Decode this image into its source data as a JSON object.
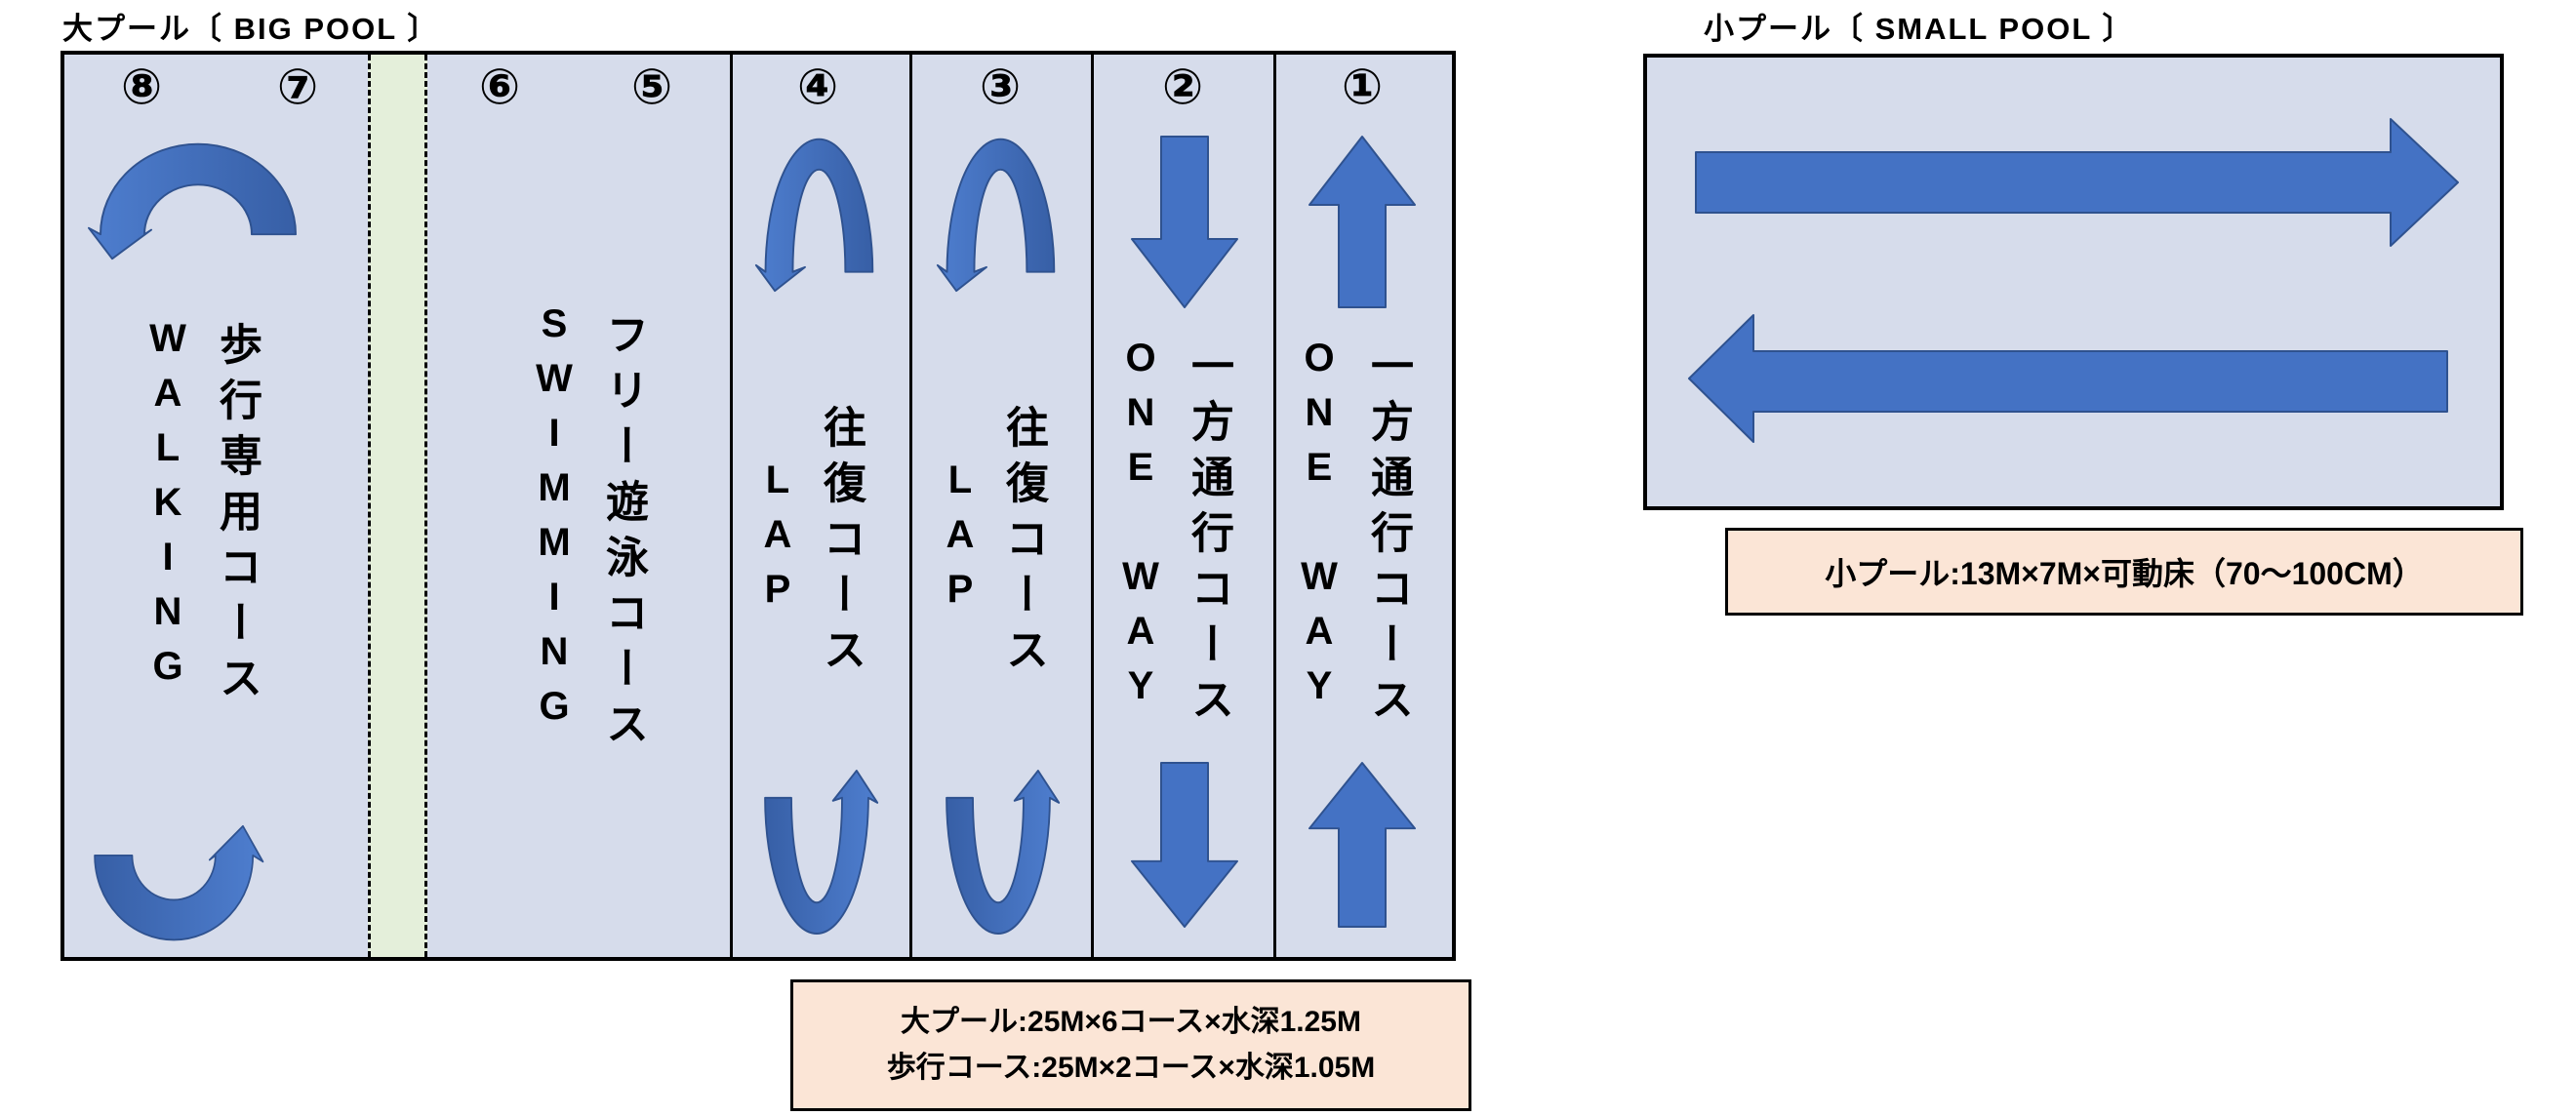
{
  "big_pool": {
    "title": "大プール〔 BIG POOL 〕",
    "lanes": [
      {
        "number": "⑧"
      },
      {
        "number": "⑦"
      },
      {
        "number": "⑥"
      },
      {
        "number": "⑤"
      },
      {
        "number": "④"
      },
      {
        "number": "③"
      },
      {
        "number": "②"
      },
      {
        "number": "①"
      }
    ],
    "courses": {
      "walking": {
        "en": "WALKING",
        "jp": "歩行専用コース"
      },
      "swimming": {
        "en": "SWIMMING",
        "jp": "フリー遊泳コース"
      },
      "lap": {
        "en": "LAP",
        "jp": "往復コース"
      },
      "one_way": {
        "en": "ONE WAY",
        "jp": "一方通行コース"
      }
    },
    "info_box": {
      "line1": "大プール:25M×6コース×水深1.25M",
      "line2": "歩行コース:25M×2コース×水深1.05M"
    }
  },
  "small_pool": {
    "title": "小プール〔 SMALL POOL 〕",
    "info_box": {
      "line1": "小プール:13M×7M×可動床（70～100CM）"
    }
  },
  "colors": {
    "pool_fill": "#D6DCEB",
    "buffer_strip_fill": "#E4EFDA",
    "arrow_blue": "#4472C4",
    "arrow_border": "#2F528F",
    "info_box_fill": "#FBE5D6",
    "line_black": "#000000"
  }
}
